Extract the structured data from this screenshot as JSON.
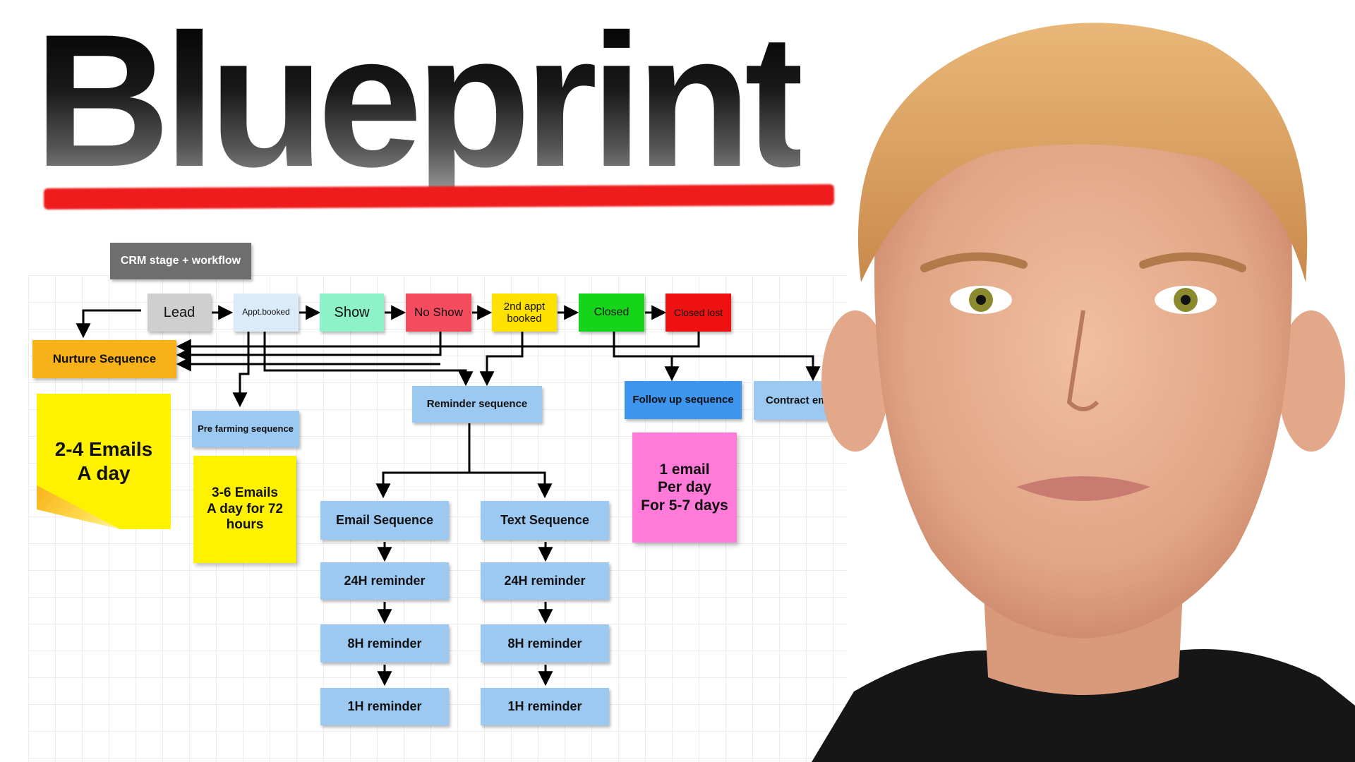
{
  "title": "Blueprint",
  "colors": {
    "accent_red": "#ee1c1c",
    "lead": "#cfcfcf",
    "appt": "#dcebfa",
    "show": "#8ef2c8",
    "no_show": "#f54b5e",
    "second_appt": "#ffe100",
    "closed": "#16d419",
    "closed_lost": "#ee1111",
    "nurture": "#f7b21a",
    "sequence_blue": "#9cc9f2",
    "follow_up": "#3d95ee",
    "note_yellow": "#fff200",
    "note_pink": "#ff7ad9"
  },
  "diagram": {
    "crm_label": "CRM stage + workflow",
    "stages": {
      "lead": "Lead",
      "appt": "Appt.booked",
      "show": "Show",
      "no_show": "No Show",
      "second_appt": "2nd appt\nbooked",
      "closed": "Closed",
      "closed_lost": "Closed lost"
    },
    "nurture": "Nurture Sequence",
    "pre_farming": "Pre farming sequence",
    "reminder": "Reminder sequence",
    "follow_up": "Follow up sequence",
    "contract": "Contract ema",
    "notes": {
      "nurture_note": "2-4 Emails\nA day",
      "pre_farming_note": "3-6 Emails\nA day for 72\nhours",
      "follow_up_note": "1 email\nPer day\nFor 5-7 days"
    },
    "email_column": [
      "Email Sequence",
      "24H reminder",
      "8H reminder",
      "1H reminder"
    ],
    "text_column": [
      "Text Sequence",
      "24H reminder",
      "8H reminder",
      "1H reminder"
    ]
  },
  "portrait": {
    "icon": "person-portrait"
  }
}
